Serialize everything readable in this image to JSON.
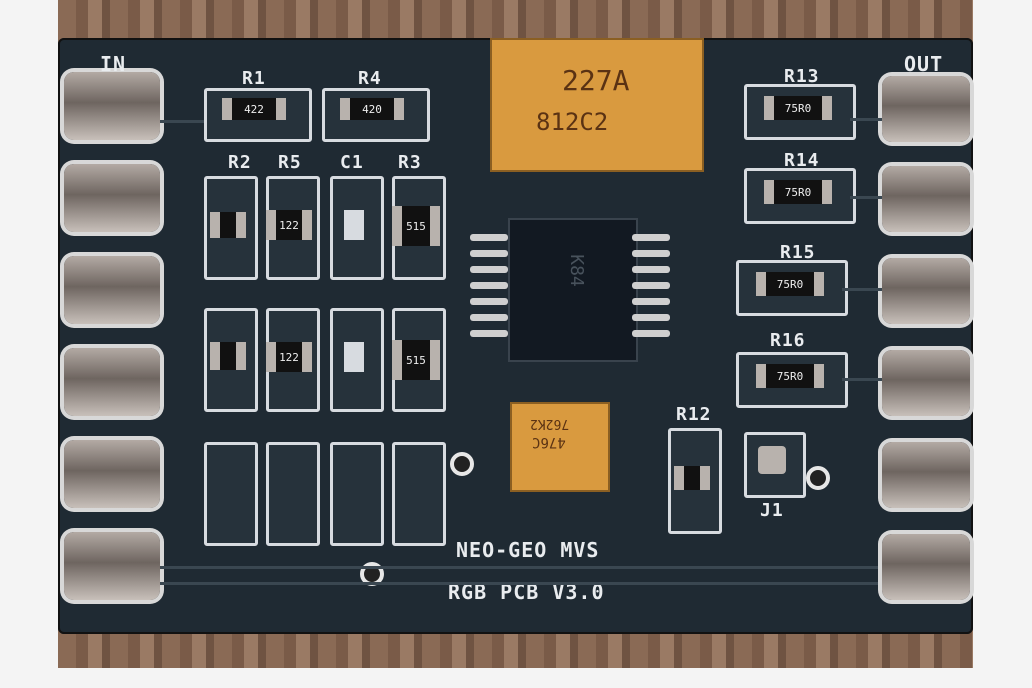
{
  "labels": {
    "in": "IN",
    "out": "OUT",
    "r1": "R1",
    "r4": "R4",
    "r2": "R2",
    "r5": "R5",
    "c1": "C1",
    "r3": "R3",
    "r13": "R13",
    "r14": "R14",
    "r15": "R15",
    "r16": "R16",
    "r12": "R12",
    "j1": "J1",
    "board_line_1": "NEO-GEO MVS",
    "board_line_2": "RGB PCB V3.0",
    "cap_main_top": "227A",
    "cap_main_bottom": "812C2",
    "cap_small_top": "476C",
    "cap_small_bottom": "762K2",
    "res_r1": "422",
    "res_r4": "420",
    "res_r5": "122",
    "res_r3": "515",
    "res_r13": "75R0",
    "res_r14": "75R0",
    "res_r15": "75R0",
    "res_r16": "75R0",
    "res_mid1": "122",
    "res_mid2": "515",
    "ic_mark": "K84"
  }
}
